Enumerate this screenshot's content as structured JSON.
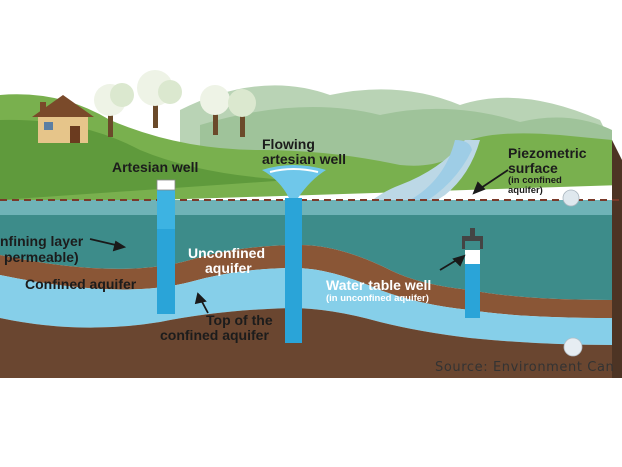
{
  "labels": {
    "artesian_well": "Artesian well",
    "flowing_artesian_well_1": "Flowing",
    "flowing_artesian_well_2": "artesian well",
    "piezometric_1": "Piezometric",
    "piezometric_2": "surface",
    "piezometric_3": "(in confined",
    "piezometric_4": "aquifer)",
    "confining_layer_1": "nfining layer",
    "confining_layer_2": "permeable)",
    "confined_aquifer": "Confined aquifer",
    "unconfined_aquifer_1": "Unconfined",
    "unconfined_aquifer_2": "aquifer",
    "water_table_well": "Water table well",
    "water_table_well_sub": "(in unconfined aquifer)",
    "top_confined_1": "Top of the",
    "top_confined_2": "confined aquifer"
  },
  "source": "Source: Environment Can",
  "colors": {
    "sky": "#ffffff",
    "grass_light": "#8cc063",
    "grass_dark": "#4f8a35",
    "hills": "#a9c9a0",
    "unconfined_water": "#3e8f8a",
    "confining_layer": "#8a5a3a",
    "confined_aquifer": "#7ecbe8",
    "bedrock": "#6b4a34",
    "well_blue": "#2aa4d8",
    "piezometric_line": "#7a3a2a"
  }
}
